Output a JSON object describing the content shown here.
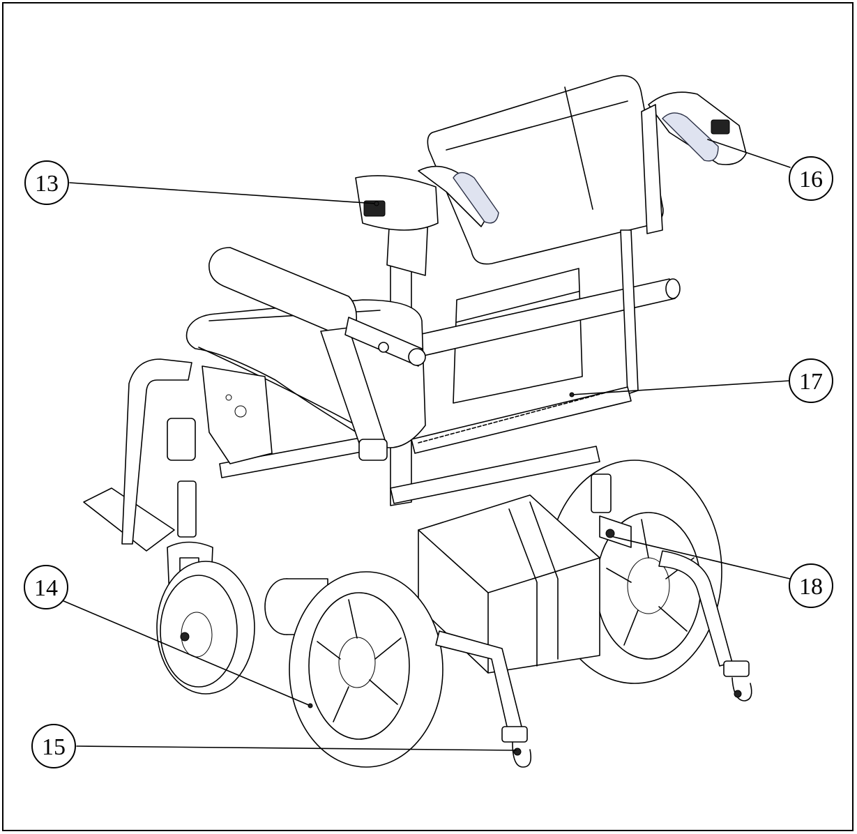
{
  "callouts": [
    {
      "id": "13",
      "text": "13"
    },
    {
      "id": "14",
      "text": "14"
    },
    {
      "id": "15",
      "text": "15"
    },
    {
      "id": "16",
      "text": "16"
    },
    {
      "id": "17",
      "text": "17"
    },
    {
      "id": "18",
      "text": "18"
    }
  ],
  "colors": {
    "line": "#000000",
    "background": "#ffffff",
    "grip": "#dfe3f0"
  }
}
